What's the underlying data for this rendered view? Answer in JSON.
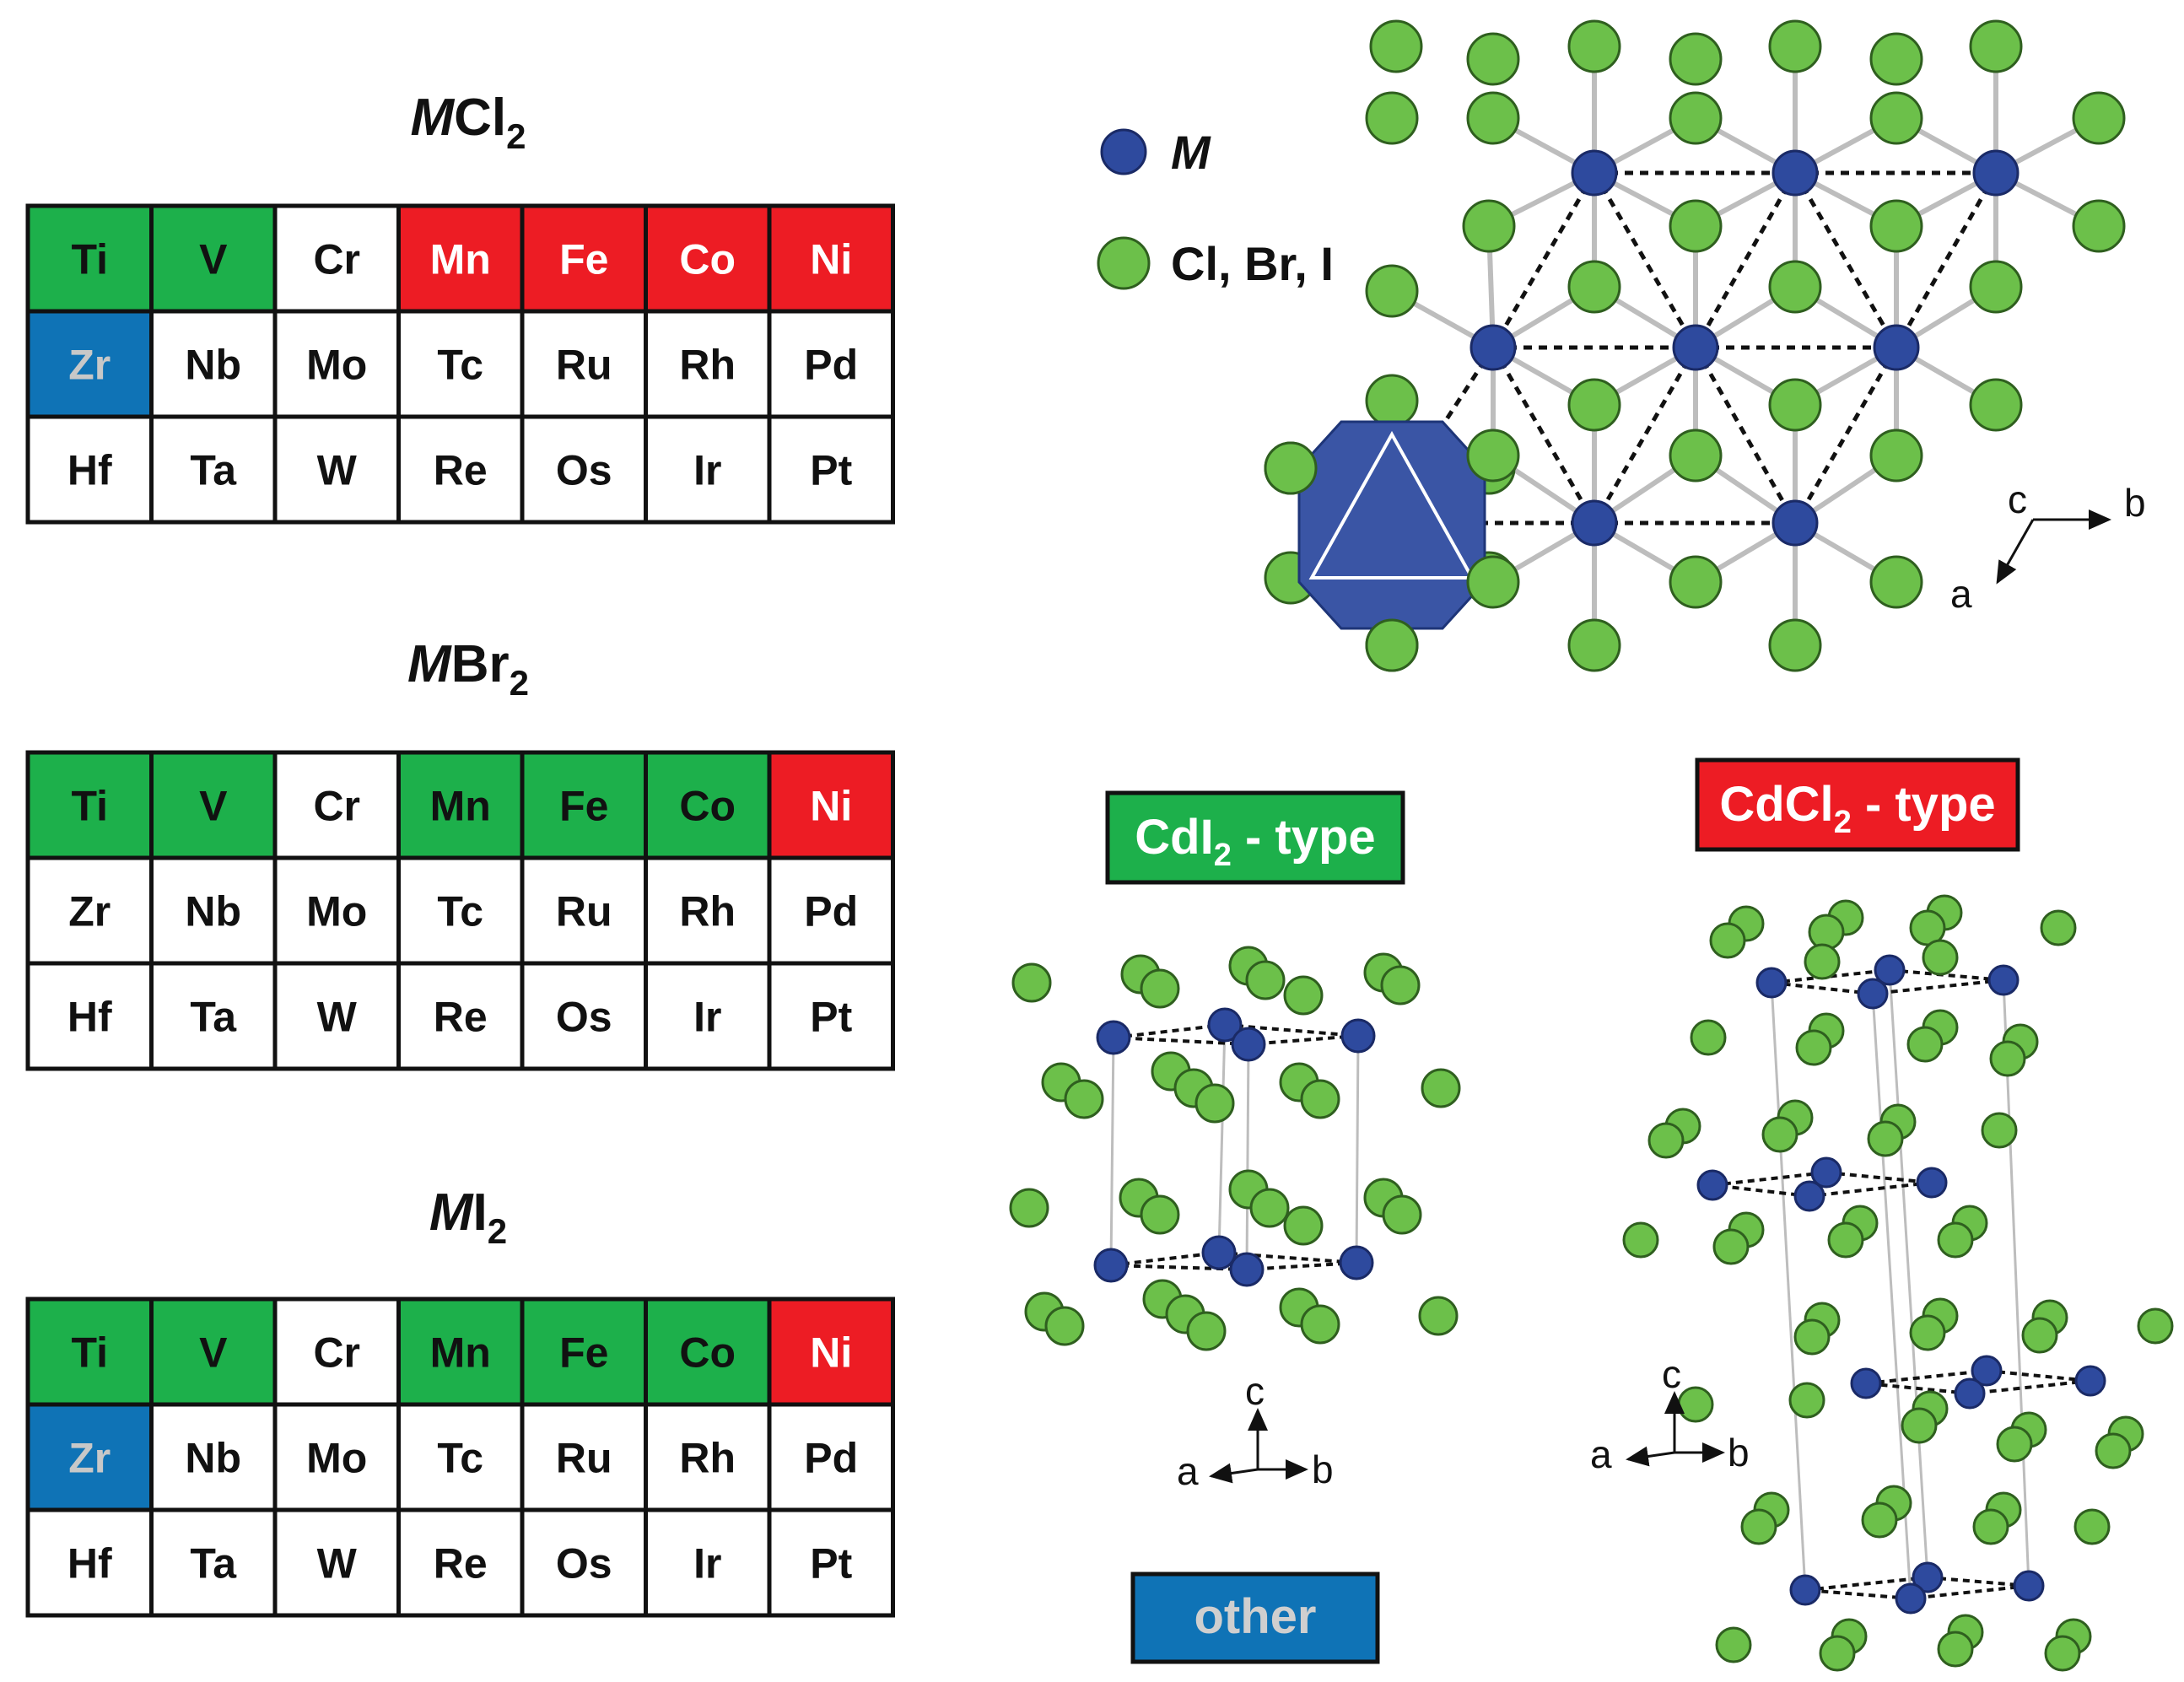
{
  "colors": {
    "green": "#1db04b",
    "red": "#ed1c24",
    "blue": "#0f73b6",
    "white": "#ffffff",
    "atom_m": "#2e4a9e",
    "atom_x": "#6cc04a",
    "bond": "#bdbdbd",
    "octahedron": "#3a55a5"
  },
  "tables": [
    {
      "id": "mcl2",
      "title_italic": "M",
      "title_rest": "Cl",
      "title_sub": "2",
      "rows": [
        [
          {
            "el": "Ti",
            "c": "green"
          },
          {
            "el": "V",
            "c": "green"
          },
          {
            "el": "Cr",
            "c": "white"
          },
          {
            "el": "Mn",
            "c": "red"
          },
          {
            "el": "Fe",
            "c": "red"
          },
          {
            "el": "Co",
            "c": "red"
          },
          {
            "el": "Ni",
            "c": "red"
          }
        ],
        [
          {
            "el": "Zr",
            "c": "blue"
          },
          {
            "el": "Nb",
            "c": "white"
          },
          {
            "el": "Mo",
            "c": "white"
          },
          {
            "el": "Tc",
            "c": "white"
          },
          {
            "el": "Ru",
            "c": "white"
          },
          {
            "el": "Rh",
            "c": "white"
          },
          {
            "el": "Pd",
            "c": "white"
          }
        ],
        [
          {
            "el": "Hf",
            "c": "white"
          },
          {
            "el": "Ta",
            "c": "white"
          },
          {
            "el": "W",
            "c": "white"
          },
          {
            "el": "Re",
            "c": "white"
          },
          {
            "el": "Os",
            "c": "white"
          },
          {
            "el": "Ir",
            "c": "white"
          },
          {
            "el": "Pt",
            "c": "white"
          }
        ]
      ]
    },
    {
      "id": "mbr2",
      "title_italic": "M",
      "title_rest": "Br",
      "title_sub": "2",
      "rows": [
        [
          {
            "el": "Ti",
            "c": "green"
          },
          {
            "el": "V",
            "c": "green"
          },
          {
            "el": "Cr",
            "c": "white"
          },
          {
            "el": "Mn",
            "c": "green"
          },
          {
            "el": "Fe",
            "c": "green"
          },
          {
            "el": "Co",
            "c": "green"
          },
          {
            "el": "Ni",
            "c": "red"
          }
        ],
        [
          {
            "el": "Zr",
            "c": "white"
          },
          {
            "el": "Nb",
            "c": "white"
          },
          {
            "el": "Mo",
            "c": "white"
          },
          {
            "el": "Tc",
            "c": "white"
          },
          {
            "el": "Ru",
            "c": "white"
          },
          {
            "el": "Rh",
            "c": "white"
          },
          {
            "el": "Pd",
            "c": "white"
          }
        ],
        [
          {
            "el": "Hf",
            "c": "white"
          },
          {
            "el": "Ta",
            "c": "white"
          },
          {
            "el": "W",
            "c": "white"
          },
          {
            "el": "Re",
            "c": "white"
          },
          {
            "el": "Os",
            "c": "white"
          },
          {
            "el": "Ir",
            "c": "white"
          },
          {
            "el": "Pt",
            "c": "white"
          }
        ]
      ]
    },
    {
      "id": "mi2",
      "title_italic": "M",
      "title_rest": "I",
      "title_sub": "2",
      "rows": [
        [
          {
            "el": "Ti",
            "c": "green"
          },
          {
            "el": "V",
            "c": "green"
          },
          {
            "el": "Cr",
            "c": "white"
          },
          {
            "el": "Mn",
            "c": "green"
          },
          {
            "el": "Fe",
            "c": "green"
          },
          {
            "el": "Co",
            "c": "green"
          },
          {
            "el": "Ni",
            "c": "red"
          }
        ],
        [
          {
            "el": "Zr",
            "c": "blue"
          },
          {
            "el": "Nb",
            "c": "white"
          },
          {
            "el": "Mo",
            "c": "white"
          },
          {
            "el": "Tc",
            "c": "white"
          },
          {
            "el": "Ru",
            "c": "white"
          },
          {
            "el": "Rh",
            "c": "white"
          },
          {
            "el": "Pd",
            "c": "white"
          }
        ],
        [
          {
            "el": "Hf",
            "c": "white"
          },
          {
            "el": "Ta",
            "c": "white"
          },
          {
            "el": "W",
            "c": "white"
          },
          {
            "el": "Re",
            "c": "white"
          },
          {
            "el": "Os",
            "c": "white"
          },
          {
            "el": "Ir",
            "c": "white"
          },
          {
            "el": "Pt",
            "c": "white"
          }
        ]
      ]
    }
  ],
  "legend": {
    "metal_label": "M",
    "halide_label": "Cl, Br, I"
  },
  "tags": {
    "cdi2_main": "CdI",
    "cdi2_sub": "2",
    "cdi2_rest": " - type",
    "cdcl2_main": "CdCl",
    "cdcl2_sub": "2",
    "cdcl2_rest": " - type",
    "other": "other"
  },
  "axes": {
    "a": "a",
    "b": "b",
    "c": "c"
  }
}
